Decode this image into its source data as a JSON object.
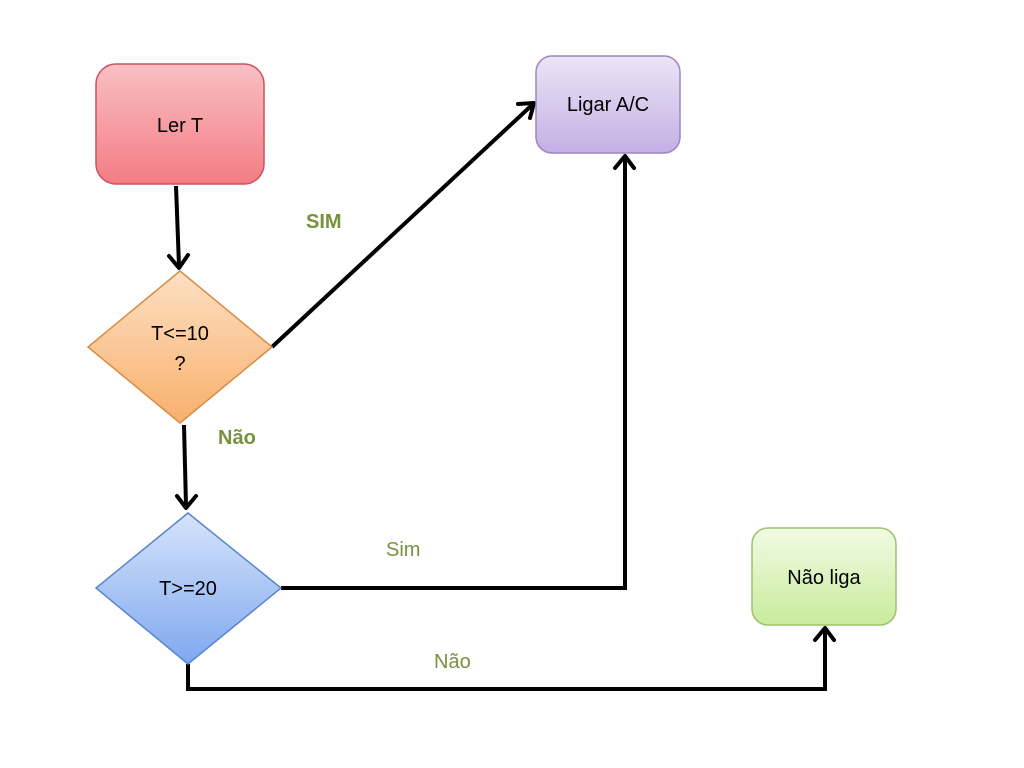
{
  "nodes": {
    "read": {
      "label": "Ler T",
      "shape": "rounded-rectangle",
      "color_top": "#f8c0c4",
      "color_bottom": "#f47c84",
      "stroke": "#c9545c"
    },
    "decision1": {
      "label_line1": "T<=10",
      "label_line2": "?",
      "shape": "diamond",
      "color_top": "#fde0c4",
      "color_bottom": "#f8b06c",
      "stroke": "#d98c45"
    },
    "decision2": {
      "label": "T>=20",
      "shape": "diamond",
      "color_top": "#d6e4fb",
      "color_bottom": "#7fa8ef",
      "stroke": "#5a84cf"
    },
    "turn_on": {
      "label": "Ligar A/C",
      "shape": "rounded-rectangle",
      "color_top": "#ece4f6",
      "color_bottom": "#c4b0e4",
      "stroke": "#9c86c4"
    },
    "no_turn_on": {
      "label": "Não liga",
      "shape": "rounded-rectangle",
      "color_top": "#f2fae4",
      "color_bottom": "#c9ec9c",
      "stroke": "#9ac46a"
    }
  },
  "edge_labels": {
    "d1_yes": "SIM",
    "d1_no": "Não",
    "d2_yes": "Sim",
    "d2_no": "Não"
  },
  "colors": {
    "label_green": "#76923c",
    "edge": "#000000",
    "background": "#ffffff"
  }
}
